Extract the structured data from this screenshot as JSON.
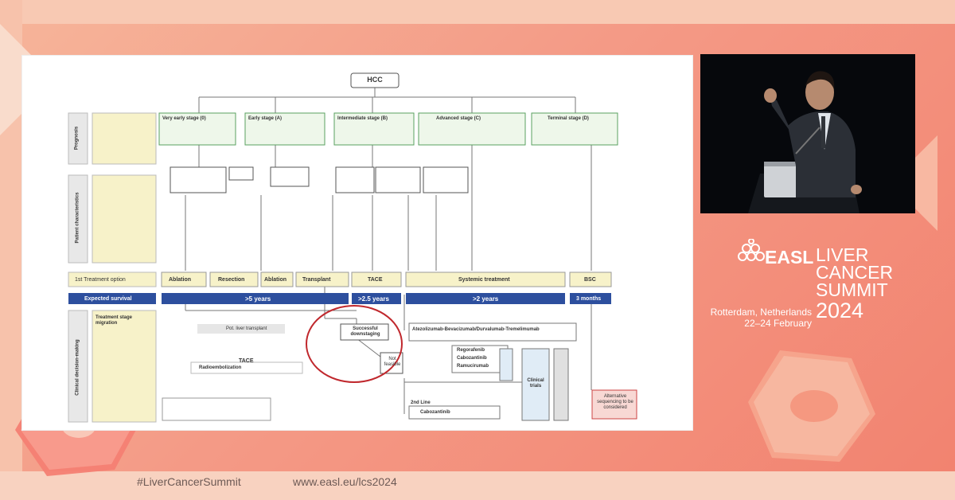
{
  "slide": {
    "root": "HCC",
    "row_labels": [
      "Prognosis",
      "Patient characteristics",
      "Clinical decision-making"
    ],
    "treatment_row_label": "1st Treatment option",
    "survival_row_label": "Expected survival",
    "stages": [
      "Very early stage (0)",
      "Early stage (A)",
      "Intermediate stage (B)",
      "Advanced stage (C)",
      "Terminal stage (D)"
    ],
    "treatments": [
      "Ablation",
      "Resection",
      "Ablation",
      "Transplant",
      "TACE",
      "Systemic treatment",
      "BSC"
    ],
    "survival": [
      ">5 years",
      ">2.5 years",
      ">2 years",
      "3 months"
    ],
    "survival_colors": {
      "bar": "#2d4f9e"
    },
    "decision_box": "Treatment stage migration",
    "successful": "Successful downstaging",
    "tace": "TACE",
    "radio": "Radioembolization",
    "lt": "Pot. liver transplant",
    "sys_first": "Atezolizumab-Bevacizumab/Durvalumab-Tremelimumab",
    "sys_line2": "Regorafenib",
    "sys_line3": "Cabozantinib",
    "sys_line4": "Ramucirumab",
    "sys_clinical": "Clinical trials",
    "sys_2nd": "2nd Line",
    "sys_caboz": "Cabozantinib",
    "bsc_alt": "Alternative sequencing to be considered",
    "not_feasible": "Not feasible"
  },
  "colors": {
    "accent": "#f2826f",
    "logo_text": "#ffffff",
    "circle": "#c0282d"
  },
  "brand": {
    "easl": "EASL",
    "title_lines": [
      "LIVER",
      "CANCER",
      "SUMMIT"
    ],
    "place": "Rotterdam, Netherlands",
    "dates": "22–24 February",
    "year": "2024"
  },
  "footer": {
    "hashtag": "#LiverCancerSummit",
    "url": "www.easl.eu/lcs2024"
  },
  "icons": [
    "easl-dots-icon",
    "hexagon-icon"
  ]
}
